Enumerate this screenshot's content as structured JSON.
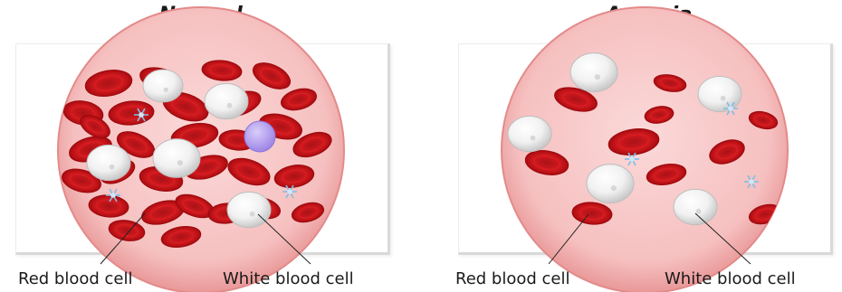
{
  "panels": {
    "normal": {
      "title": "Normal",
      "rbc_label": "Red blood cell",
      "wbc_label": "White blood cell"
    },
    "anemia": {
      "title": "Anemia",
      "rbc_label": "Red blood cell",
      "wbc_label": "White blood cell"
    }
  },
  "colors": {
    "plasma": "#f7c4c4",
    "plasma_rim": "#e89a9a",
    "rbc_dark": "#b30d12",
    "rbc_light": "#e2242a",
    "wbc": "#f4f4f4",
    "platelet": "#a9d4ee",
    "lymphocyte": "#b9a6f0"
  }
}
